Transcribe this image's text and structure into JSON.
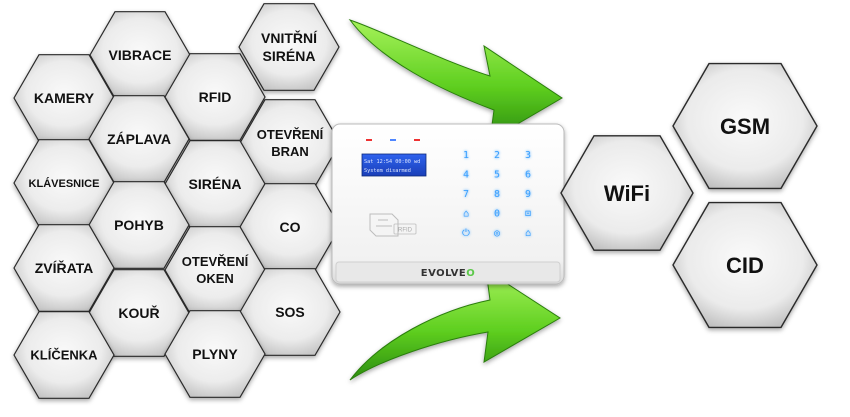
{
  "sensors": [
    {
      "id": "vibrace",
      "lines": [
        "VIBRACE"
      ]
    },
    {
      "id": "vnitrni-sirena",
      "lines": [
        "VNITŘNÍ",
        "SIRÉNA"
      ]
    },
    {
      "id": "kamery",
      "lines": [
        "KAMERY"
      ]
    },
    {
      "id": "rfid",
      "lines": [
        "RFID"
      ]
    },
    {
      "id": "zaplava",
      "lines": [
        "ZÁPLAVA"
      ]
    },
    {
      "id": "otevreni-bran",
      "lines": [
        "OTEVŘENÍ",
        "BRAN"
      ]
    },
    {
      "id": "klavesnice",
      "lines": [
        "KLÁVESNICE"
      ]
    },
    {
      "id": "sirena",
      "lines": [
        "SIRÉNA"
      ]
    },
    {
      "id": "pohyb",
      "lines": [
        "POHYB"
      ]
    },
    {
      "id": "co",
      "lines": [
        "CO"
      ]
    },
    {
      "id": "zvirata",
      "lines": [
        "ZVÍŘATA"
      ]
    },
    {
      "id": "otevreni-oken",
      "lines": [
        "OTEVŘENÍ",
        "OKEN"
      ]
    },
    {
      "id": "kour",
      "lines": [
        "KOUŘ"
      ]
    },
    {
      "id": "sos",
      "lines": [
        "SOS"
      ]
    },
    {
      "id": "klicenka",
      "lines": [
        "KLÍČENKA"
      ]
    },
    {
      "id": "plyny",
      "lines": [
        "PLYNY"
      ]
    }
  ],
  "outputs": [
    {
      "id": "wifi",
      "label": "WiFi"
    },
    {
      "id": "gsm",
      "label": "GSM"
    },
    {
      "id": "cid",
      "label": "CID"
    }
  ],
  "device": {
    "brand": "EVOLVEO",
    "lcd_lines": [
      "Sat 12:54 00:00 wd",
      "System disarmed"
    ],
    "rfid_label": "RFID",
    "keys": [
      "1",
      "2",
      "3",
      "4",
      "5",
      "6",
      "7",
      "8",
      "9",
      "⌂",
      "0",
      "⊡",
      "⏻",
      "◎",
      "⌂"
    ]
  },
  "colors": {
    "hex_fill_light": "#f6f6f6",
    "hex_fill_dark": "#c9c9c9",
    "hex_stroke": "#2a2a2a",
    "arrow_light": "#8be83a",
    "arrow_dark": "#2f9a10",
    "lcd_bg": "#1f4fd8",
    "key_glow": "#3aa0ff",
    "brand_green": "#5cc84a"
  }
}
